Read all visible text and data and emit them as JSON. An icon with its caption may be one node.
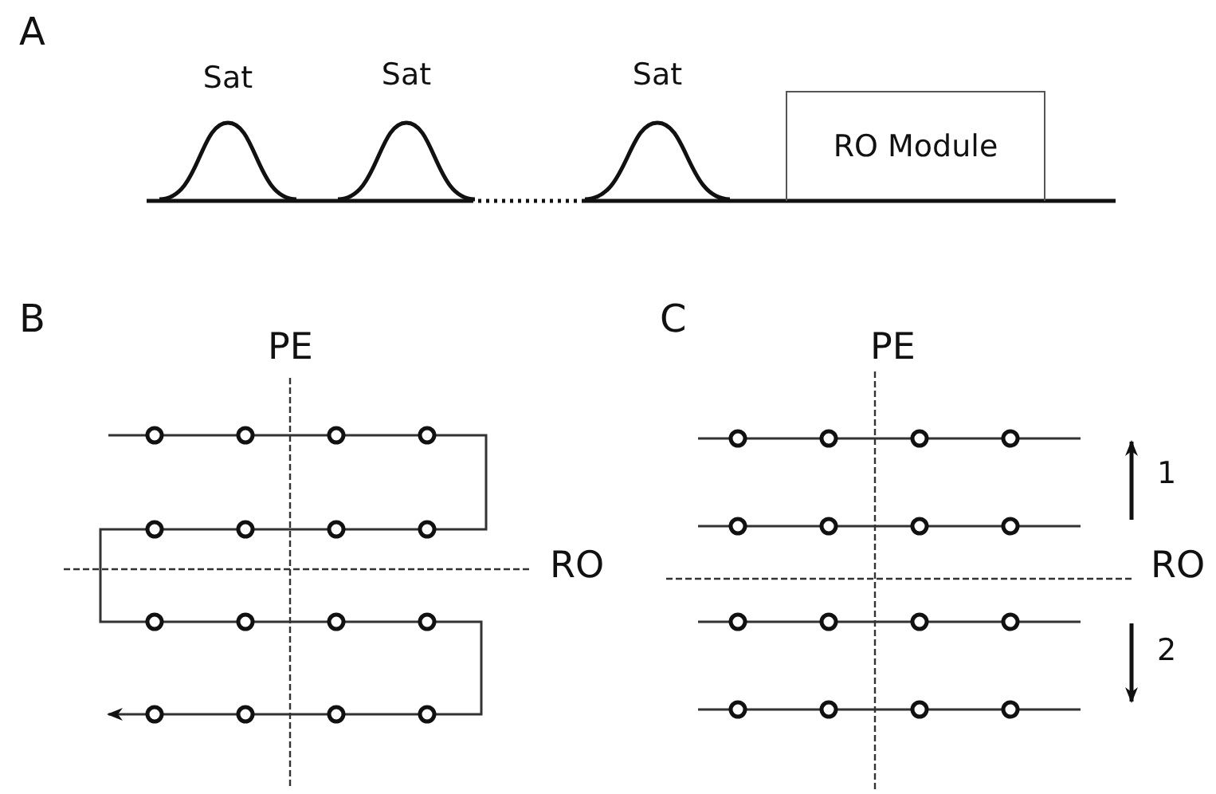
{
  "diagram": {
    "nodes": [
      {
        "text": [
          "Sat"
        ]
      },
      {
        "text": [
          "Sat"
        ]
      },
      {
        "text": [
          "Sat"
        ]
      },
      {
        "text": [
          "RO Module"
        ]
      }
    ],
    "labels": [
      "A",
      "B",
      "PE",
      "RO",
      "C",
      "PE",
      "1",
      "RO",
      "2"
    ]
  }
}
